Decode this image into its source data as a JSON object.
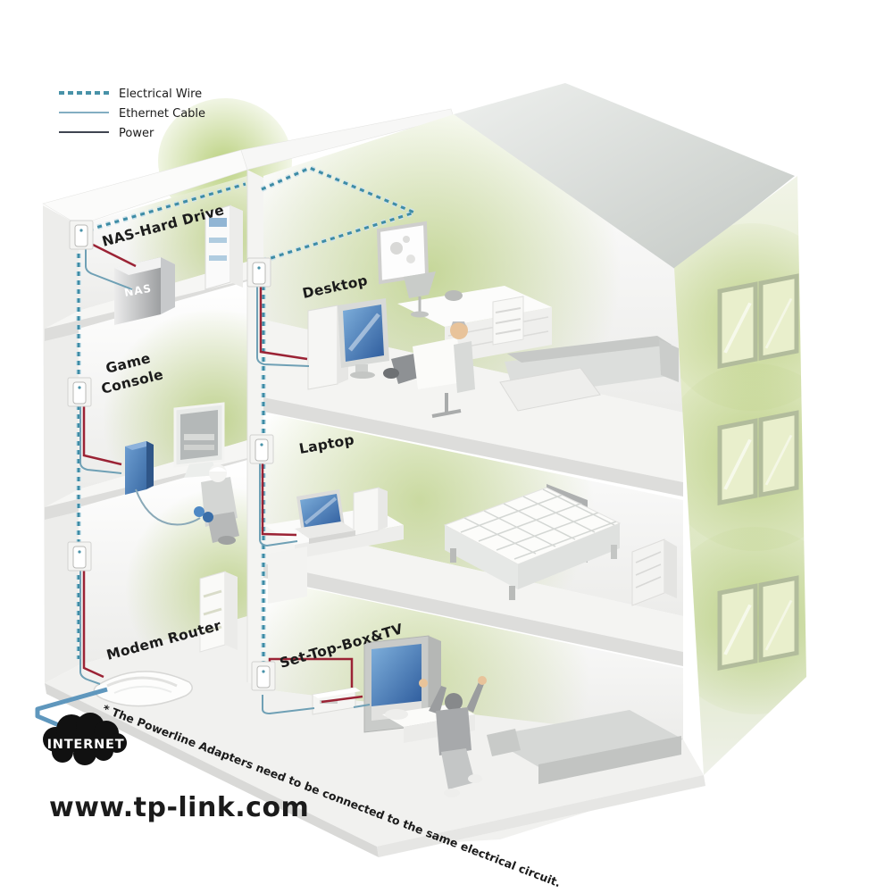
{
  "legend": {
    "items": [
      {
        "label": "Electrical Wire",
        "style": "dashed",
        "color": "#4892a8"
      },
      {
        "label": "Ethernet Cable",
        "style": "solid",
        "color": "#82aec2"
      },
      {
        "label": "Power",
        "style": "solid",
        "color": "#3f4450"
      }
    ]
  },
  "rooms": {
    "nas": {
      "label": "NAS-Hard Drive"
    },
    "desktop": {
      "label": "Desktop"
    },
    "game": {
      "label_line1": "Game",
      "label_line2": "Console"
    },
    "laptop": {
      "label": "Laptop"
    },
    "modem": {
      "label": "Modem Router"
    },
    "stb": {
      "label": "Set-Top-Box&TV"
    }
  },
  "devices": {
    "nas_box_label": "NAS"
  },
  "internet": {
    "label": "INTERNET"
  },
  "footer": {
    "website": "www.tp-link.com",
    "disclaimer": "* The Powerline Adapters need to be connected to the same electrical circuit."
  },
  "colors": {
    "electrical_wire": "#4892a8",
    "ethernet_cable": "#82aec2",
    "power": "#3f4450",
    "power_cord": "#9b2335",
    "internet_cable": "#5f97bd",
    "wall_green": "#b9cc7e",
    "roof_gray": "#d2d5d2",
    "screen_blue": "#3e74b4",
    "console_blue": "#4a7fc0",
    "cloud_black": "#111111"
  }
}
